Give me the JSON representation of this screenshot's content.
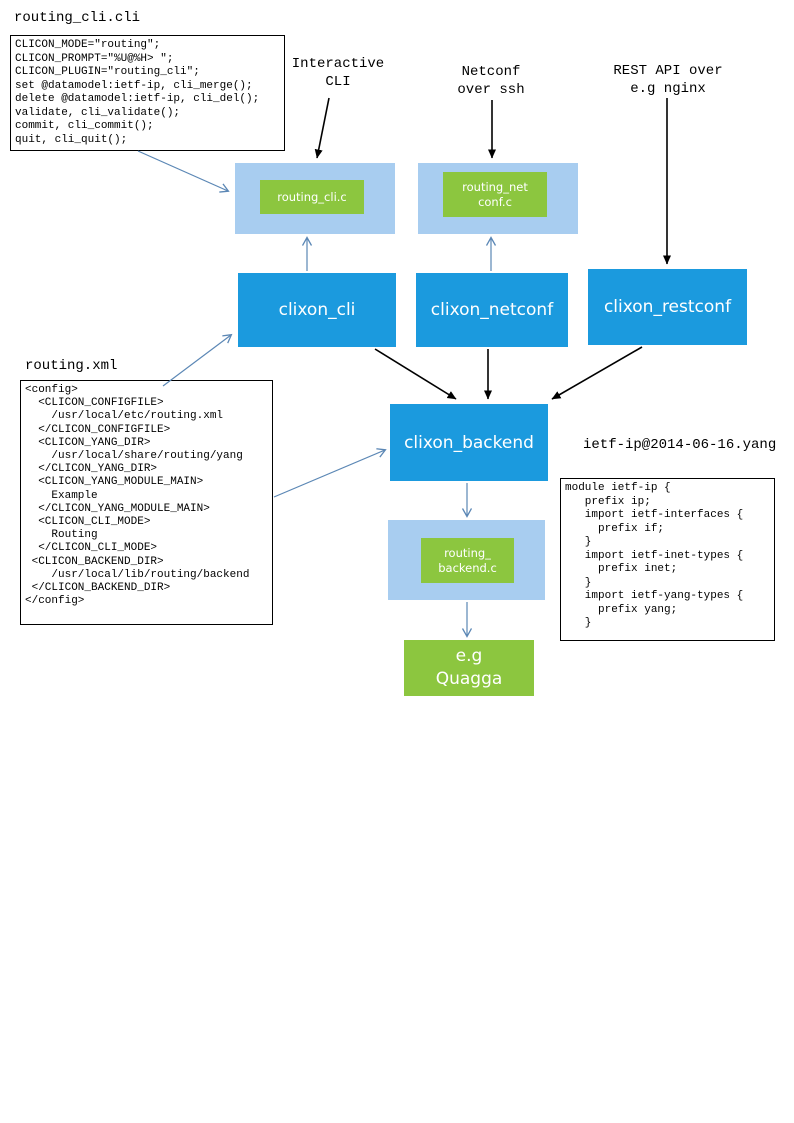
{
  "diagram": {
    "titles": {
      "cli_file": "routing_cli.cli",
      "xml_file": "routing.xml",
      "yang_file": "ietf-ip@2014-06-16.yang"
    },
    "code": {
      "cli_file": "CLICON_MODE=\"routing\";\nCLICON_PROMPT=\"%U@%H> \";\nCLICON_PLUGIN=\"routing_cli\";\nset @datamodel:ietf-ip, cli_merge();\ndelete @datamodel:ietf-ip, cli_del();\nvalidate, cli_validate();\ncommit, cli_commit();\nquit, cli_quit();",
      "xml_file": "<config>\n  <CLICON_CONFIGFILE>\n    /usr/local/etc/routing.xml\n  </CLICON_CONFIGFILE>\n  <CLICON_YANG_DIR>\n    /usr/local/share/routing/yang\n  </CLICON_YANG_DIR>\n  <CLICON_YANG_MODULE_MAIN>\n    Example\n  </CLICON_YANG_MODULE_MAIN>\n  <CLICON_CLI_MODE>\n    Routing\n  </CLICON_CLI_MODE>\n <CLICON_BACKEND_DIR>\n    /usr/local/lib/routing/backend\n </CLICON_BACKEND_DIR>\n</config>",
      "yang_file": "module ietf-ip {\n   prefix ip;\n   import ietf-interfaces {\n     prefix if;\n   }\n   import ietf-inet-types {\n     prefix inet;\n   }\n   import ietf-yang-types {\n     prefix yang;\n   }"
    },
    "labels": {
      "interactive_cli": "Interactive\nCLI",
      "netconf_ssh": "Netconf\nover ssh",
      "rest_api": "REST API over\ne.g nginx"
    },
    "nodes": {
      "routing_cli_c": "routing_cli.c",
      "routing_netconf_c": "routing_net\nconf.c",
      "clixon_cli": "clixon_cli",
      "clixon_netconf": "clixon_netconf",
      "clixon_restconf": "clixon_restconf",
      "clixon_backend": "clixon_backend",
      "routing_backend_c": "routing_\nbackend.c",
      "quagga": "e.g\nQuagga"
    },
    "colors": {
      "node_blue": "#1b9ade",
      "plugin_light_blue": "#a8cdf0",
      "green": "#8cc63f",
      "arrow_blue": "#5b87b5",
      "arrow_black": "#000000"
    }
  }
}
